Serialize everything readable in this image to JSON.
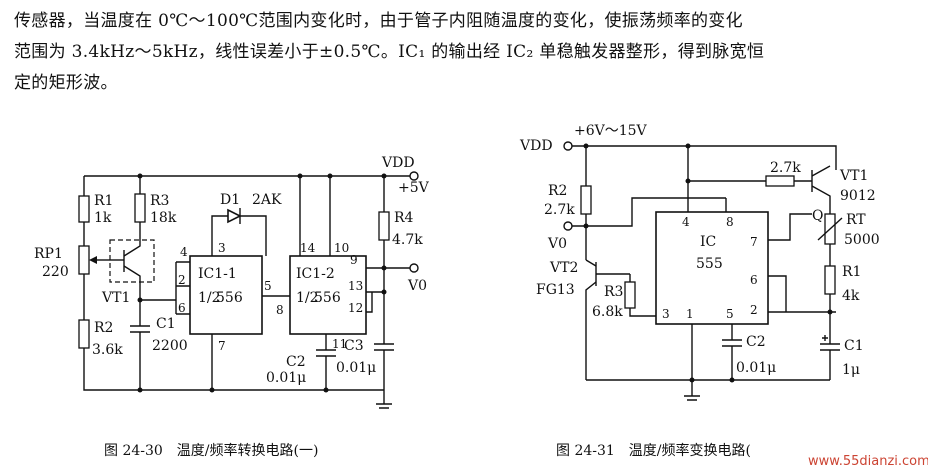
{
  "paragraph": {
    "line1": "传感器，当温度在 0℃～100℃范围内变化时，由于管子内阻随温度的变化，使振荡频率的变化",
    "line2": "范围为 3.4kHz～5kHz，线性误差小于±0.5℃。IC₁ 的输出经 IC₂ 单稳触发器整形，得到脉宽恒",
    "line3": "定的矩形波。"
  },
  "fig30": {
    "caption": "图 24-30　温度/频率转换电路(一)",
    "vdd": "VDD",
    "supply": "+5V",
    "r1": "R1",
    "r1_val": "1k",
    "r3": "R3",
    "r3_val": "18k",
    "rp1": "RP1",
    "rp1_val": "220",
    "vt1": "VT1",
    "r2": "R2",
    "r2_val": "3.6k",
    "c1": "C1",
    "c1_val": "2200",
    "d1": "D1",
    "d1_val": "2AK",
    "ic11": "IC1-1",
    "ic11_frac": "1/2",
    "ic11_part": "556",
    "ic12": "IC1-2",
    "ic12_frac": "1/2",
    "ic12_part": "556",
    "r4": "R4",
    "r4_val": "4.7k",
    "vout": "V0",
    "c2": "C2",
    "c2_val": "0.01μ",
    "c3": "C3",
    "c3_val": "0.01μ",
    "pins": [
      "4",
      "3",
      "2",
      "6",
      "5",
      "7",
      "8",
      "14",
      "10",
      "9",
      "13",
      "12",
      "11"
    ]
  },
  "fig31": {
    "caption": "图 24-31　温度/频率变换电路(",
    "vdd": "VDD",
    "supply": "+6V～15V",
    "r2": "R2",
    "r2_val": "2.7k",
    "v0": "V0",
    "vt2": "VT2",
    "vt2_part": "FG13",
    "r3": "R3",
    "r3_val": "6.8k",
    "ic": "IC",
    "ic_part": "555",
    "res27": "2.7k",
    "vt1": "VT1",
    "vt1_part": "9012",
    "q": "Q",
    "rt": "RT",
    "rt_val": "5000",
    "r1": "R1",
    "r1_val": "4k",
    "c1": "C1",
    "c1_val": "1μ",
    "c2": "C2",
    "c2_val": "0.01μ",
    "pins": [
      "4",
      "8",
      "7",
      "6",
      "2",
      "3",
      "1",
      "5"
    ]
  },
  "watermark": "www.55dianzi.com"
}
